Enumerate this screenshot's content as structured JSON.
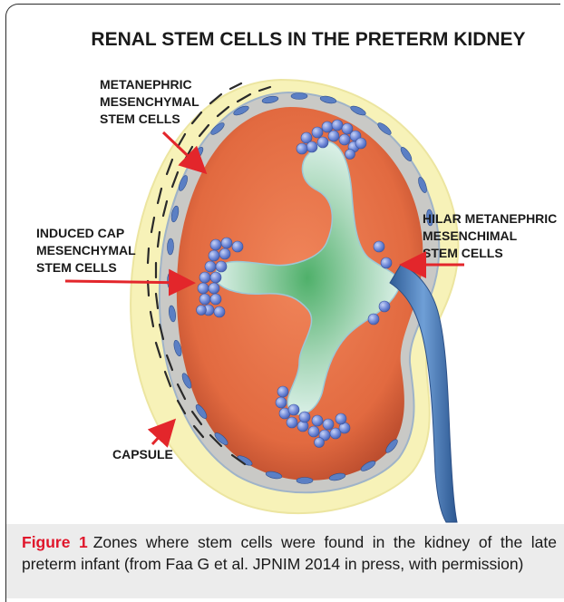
{
  "figure": {
    "title": "RENAL STEM CELLS IN THE PRETERM KIDNEY",
    "labels": {
      "metanephric": [
        "METANEPHRIC",
        "MESENCHYMAL",
        "STEM CELLS"
      ],
      "induced_cap": [
        "INDUCED CAP",
        "MESENCHYMAL",
        "STEM CELLS"
      ],
      "hilar": [
        "HILAR METANEPHRIC",
        "MESENCHIMAL",
        "STEM CELLS"
      ],
      "capsule": "CAPSULE"
    },
    "colors": {
      "arrow": "#e3262b",
      "cortex": "#e8744a",
      "capsule": "#f7f2b8",
      "ureter": "#3d6aa8",
      "stem_cell": "#6a86d6"
    }
  },
  "caption": {
    "label": "Figure 1",
    "text": "Zones where stem cells were found in the kidney of the late preterm infant (from Faa G et al. JPNIM 2014 in press, with permission)"
  }
}
